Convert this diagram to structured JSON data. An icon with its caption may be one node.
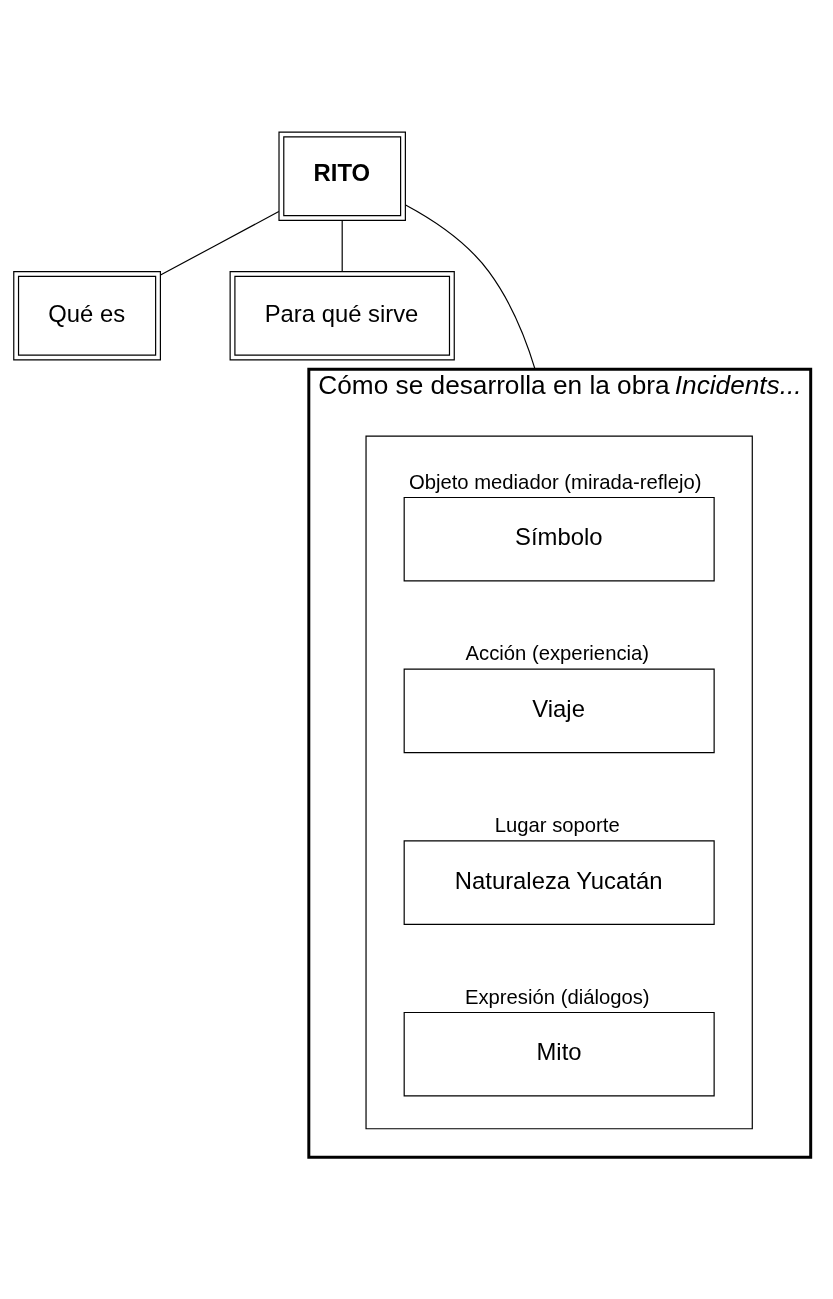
{
  "diagram": {
    "nodes": [
      {
        "text": [
          "RITO"
        ]
      },
      {
        "text": [
          "Qué es"
        ]
      },
      {
        "text": [
          "Para qué sirve"
        ]
      },
      {
        "text": [
          "Cómo se desarrolla en la obra *Incidents...*"
        ]
      },
      {
        "text": [],
        "shape": "box",
        "in": 3
      },
      {
        "text": [
          "Objeto mediador (mirada-reflejo)",
          "Símbolo"
        ],
        "in": 4
      },
      {
        "text": [
          "Acción (experiencia)",
          "Viaje"
        ],
        "in": 4
      },
      {
        "text": [
          "Lugar soporte",
          "Naturaleza Yucatán"
        ],
        "in": 4
      },
      {
        "text": [
          "Expresión (diálogos)",
          "Mito"
        ],
        "in": 4
      }
    ],
    "edges": [
      {
        "from": 0,
        "to": 1,
        "arrow": "none"
      },
      {
        "from": 0,
        "to": 2,
        "arrow": "none"
      },
      {
        "from": 0,
        "to": 3,
        "arrow": "none"
      }
    ]
  }
}
